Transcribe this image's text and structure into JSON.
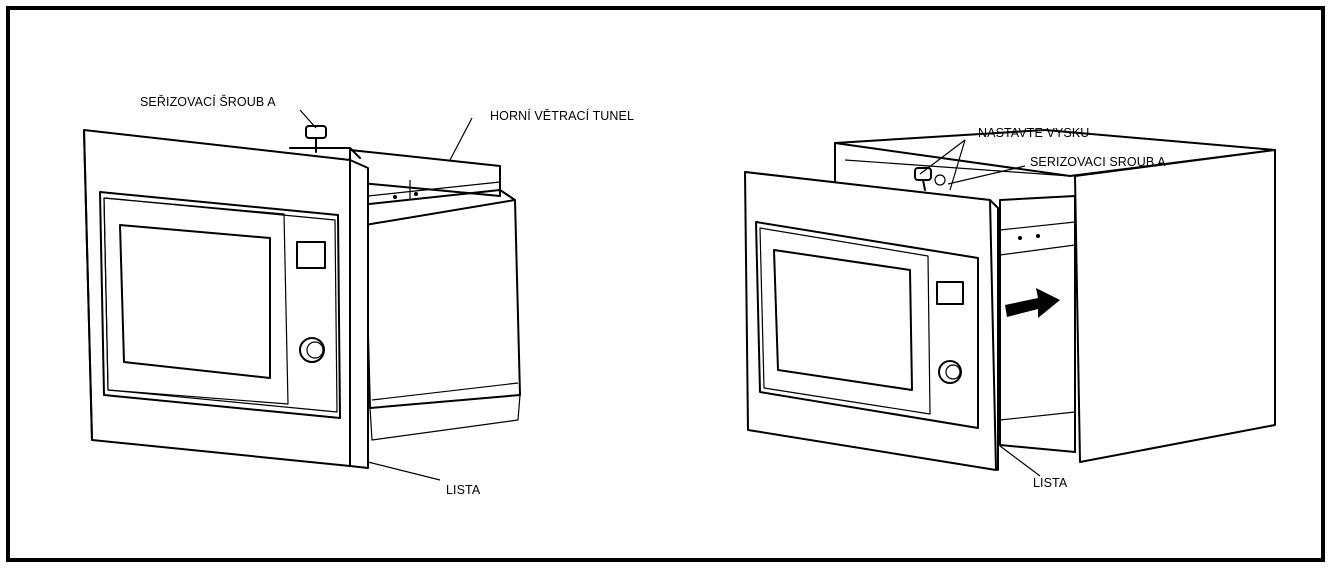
{
  "figure_left": {
    "labels": {
      "adjust_screw": "SEŘIZOVACÍ ŠROUB A",
      "upper_vent_tunnel": "HORNÍ VĚTRACÍ TUNEL",
      "strip": "LISTA"
    }
  },
  "figure_right": {
    "labels": {
      "set_height": "NASTAVTE VYSKU",
      "adjust_screw": "SERIZOVACI SROUB A",
      "strip": "LISTA"
    }
  },
  "colors": {
    "line": "#000000",
    "background": "#ffffff"
  },
  "icons": {
    "direction": "arrow-right-icon",
    "knob": "knob-icon",
    "screw": "screw-icon"
  }
}
